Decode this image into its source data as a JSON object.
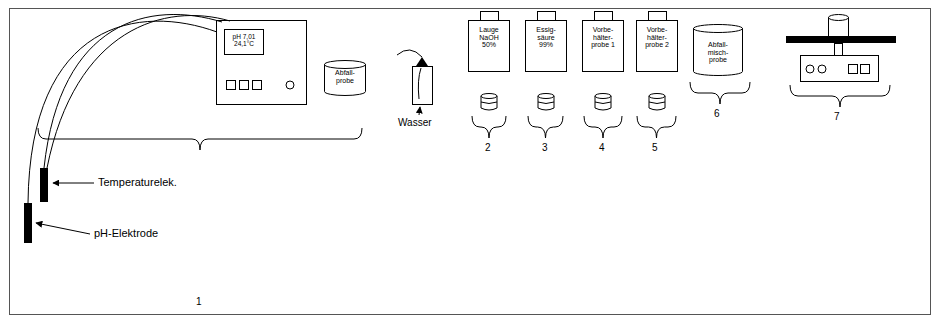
{
  "diagram": {
    "nodes": [
      {
        "text": [
          "pH 7,01",
          "24,1°C"
        ]
      },
      {
        "text": [
          "Abfall- probe"
        ]
      },
      {
        "text": [
          "Lauge NaOH 50%"
        ]
      },
      {
        "text": [
          "Essig- säure 99%"
        ]
      },
      {
        "text": [
          "Vorbe- hälter- probe 1"
        ]
      },
      {
        "text": [
          "Vorbe- hälter- probe 2"
        ]
      },
      {
        "text": [
          "Abfall- misch- probe"
        ]
      }
    ],
    "labels": [
      "Temperaturelek.",
      "pH-Elektrode",
      "Wasser",
      "1",
      "2",
      "3",
      "4",
      "5",
      "6",
      "7"
    ]
  }
}
